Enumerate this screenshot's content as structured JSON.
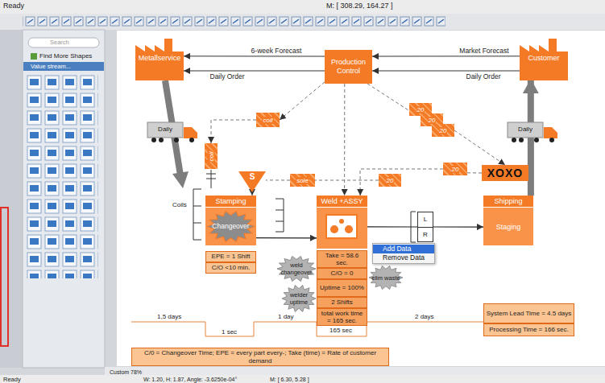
{
  "diagram": {
    "nodes": [
      {
        "text": [
          "Metallservice"
        ]
      },
      {
        "text": [
          "Production Control"
        ]
      },
      {
        "text": [
          "Customer"
        ]
      },
      {
        "text": [
          "Daily"
        ]
      },
      {
        "text": [
          "Daily"
        ]
      },
      {
        "text": [
          "coil"
        ]
      },
      {
        "text": [
          "coil"
        ]
      },
      {
        "text": [
          "20"
        ]
      },
      {
        "text": [
          "20"
        ]
      },
      {
        "text": [
          "20"
        ]
      },
      {
        "text": [
          "S"
        ]
      },
      {
        "text": [
          "sole"
        ]
      },
      {
        "text": [
          "20"
        ]
      },
      {
        "text": [
          "20"
        ]
      },
      {
        "text": [
          "XOXO"
        ]
      },
      {
        "text": [
          "Stamping"
        ]
      },
      {
        "text": [
          "Changeover"
        ],
        "in": 15
      },
      {
        "text": [
          "Weld +ASSY"
        ]
      },
      {
        "text": [
          "L",
          "R"
        ]
      },
      {
        "text": [
          "Shipping",
          "Staging"
        ]
      },
      {
        "text": [
          "EPE = 1 Shift"
        ]
      },
      {
        "text": [
          "C/O <10 min."
        ]
      },
      {
        "text": [
          "Take = 58.6 sec."
        ]
      },
      {
        "text": [
          "C/O = 0"
        ]
      },
      {
        "text": [
          "Uptime = 100%"
        ]
      },
      {
        "text": [
          "2 Shifts"
        ]
      },
      {
        "text": [
          "total work time = 165 sec."
        ]
      },
      {
        "text": [
          "weld changeover"
        ]
      },
      {
        "text": [
          "welder uptime"
        ]
      },
      {
        "text": [
          "elim waste"
        ]
      },
      {
        "text": [
          "Add Data",
          "Remove Data"
        ]
      },
      {
        "text": [
          "System Lead Time = 4.5 days"
        ]
      },
      {
        "text": [
          "Processing Time = 166 sec."
        ]
      },
      {
        "text": [
          "C/0 = Changeover Time; EPE = every part every-; Take (time) = Rate of customer demand"
        ]
      }
    ],
    "edges": [
      {
        "from": 1,
        "to": 0,
        "arrow": "to",
        "label": "6-week Forecast"
      },
      {
        "from": 1,
        "to": 0,
        "arrow": "to",
        "label": "Daily Order"
      },
      {
        "from": 2,
        "to": 1,
        "arrow": "to",
        "label": "Market Forecast"
      },
      {
        "from": 2,
        "to": 1,
        "arrow": "to",
        "label": "Daily Order"
      },
      {
        "from": 1,
        "to": 5,
        "arrow": "to"
      },
      {
        "from": 5,
        "to": 6,
        "arrow": "to"
      },
      {
        "from": 1,
        "to": 17,
        "arrow": "to"
      },
      {
        "from": 1,
        "to": 7,
        "arrow": "none"
      },
      {
        "from": 9,
        "to": 14,
        "arrow": "to"
      },
      {
        "from": 14,
        "to": 13,
        "arrow": "none"
      },
      {
        "from": 13,
        "to": 17,
        "arrow": "to"
      },
      {
        "from": 12,
        "to": 11,
        "arrow": "none"
      },
      {
        "from": 11,
        "to": 10,
        "arrow": "none"
      },
      {
        "from": 10,
        "to": 15,
        "arrow": "to"
      },
      {
        "from": 15,
        "to": 17,
        "arrow": "to"
      },
      {
        "from": 17,
        "to": 18,
        "arrow": "none"
      },
      {
        "from": 18,
        "to": 19,
        "arrow": "to"
      },
      {
        "from": 19,
        "to": 2,
        "arrow": "to"
      }
    ],
    "labels": [
      "Ready",
      "M: [ 308.29, 164.27 ]",
      "Search",
      "Find More Shapes",
      "Value stream...",
      "Coils",
      "1,5 days",
      "1 sec",
      "1 day",
      "165 sec",
      "2 days",
      "Custom 78%",
      "Ready",
      "W: 1.20, H: 1.87, Angle: -3.6250e-04°",
      "M: [ 6.30, 5.28 ]"
    ]
  }
}
